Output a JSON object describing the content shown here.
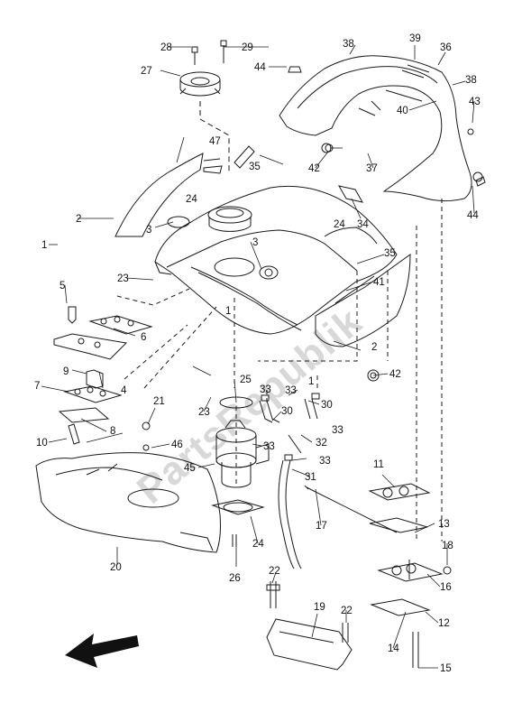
{
  "diagram": {
    "watermark": "PartsRepublik",
    "callouts": [
      "1",
      "1",
      "1",
      "2",
      "2",
      "3",
      "3",
      "4",
      "5",
      "6",
      "7",
      "8",
      "9",
      "10",
      "11",
      "12",
      "13",
      "14",
      "15",
      "16",
      "17",
      "18",
      "19",
      "20",
      "21",
      "22",
      "22",
      "23",
      "23",
      "24",
      "24",
      "24",
      "25",
      "26",
      "27",
      "28",
      "29",
      "30",
      "30",
      "31",
      "32",
      "33",
      "33",
      "33",
      "33",
      "33",
      "34",
      "35",
      "35",
      "36",
      "37",
      "38",
      "38",
      "39",
      "40",
      "41",
      "42",
      "42",
      "43",
      "44",
      "44",
      "45",
      "46",
      "47"
    ],
    "direction_arrow": "front-arrow-icon"
  }
}
